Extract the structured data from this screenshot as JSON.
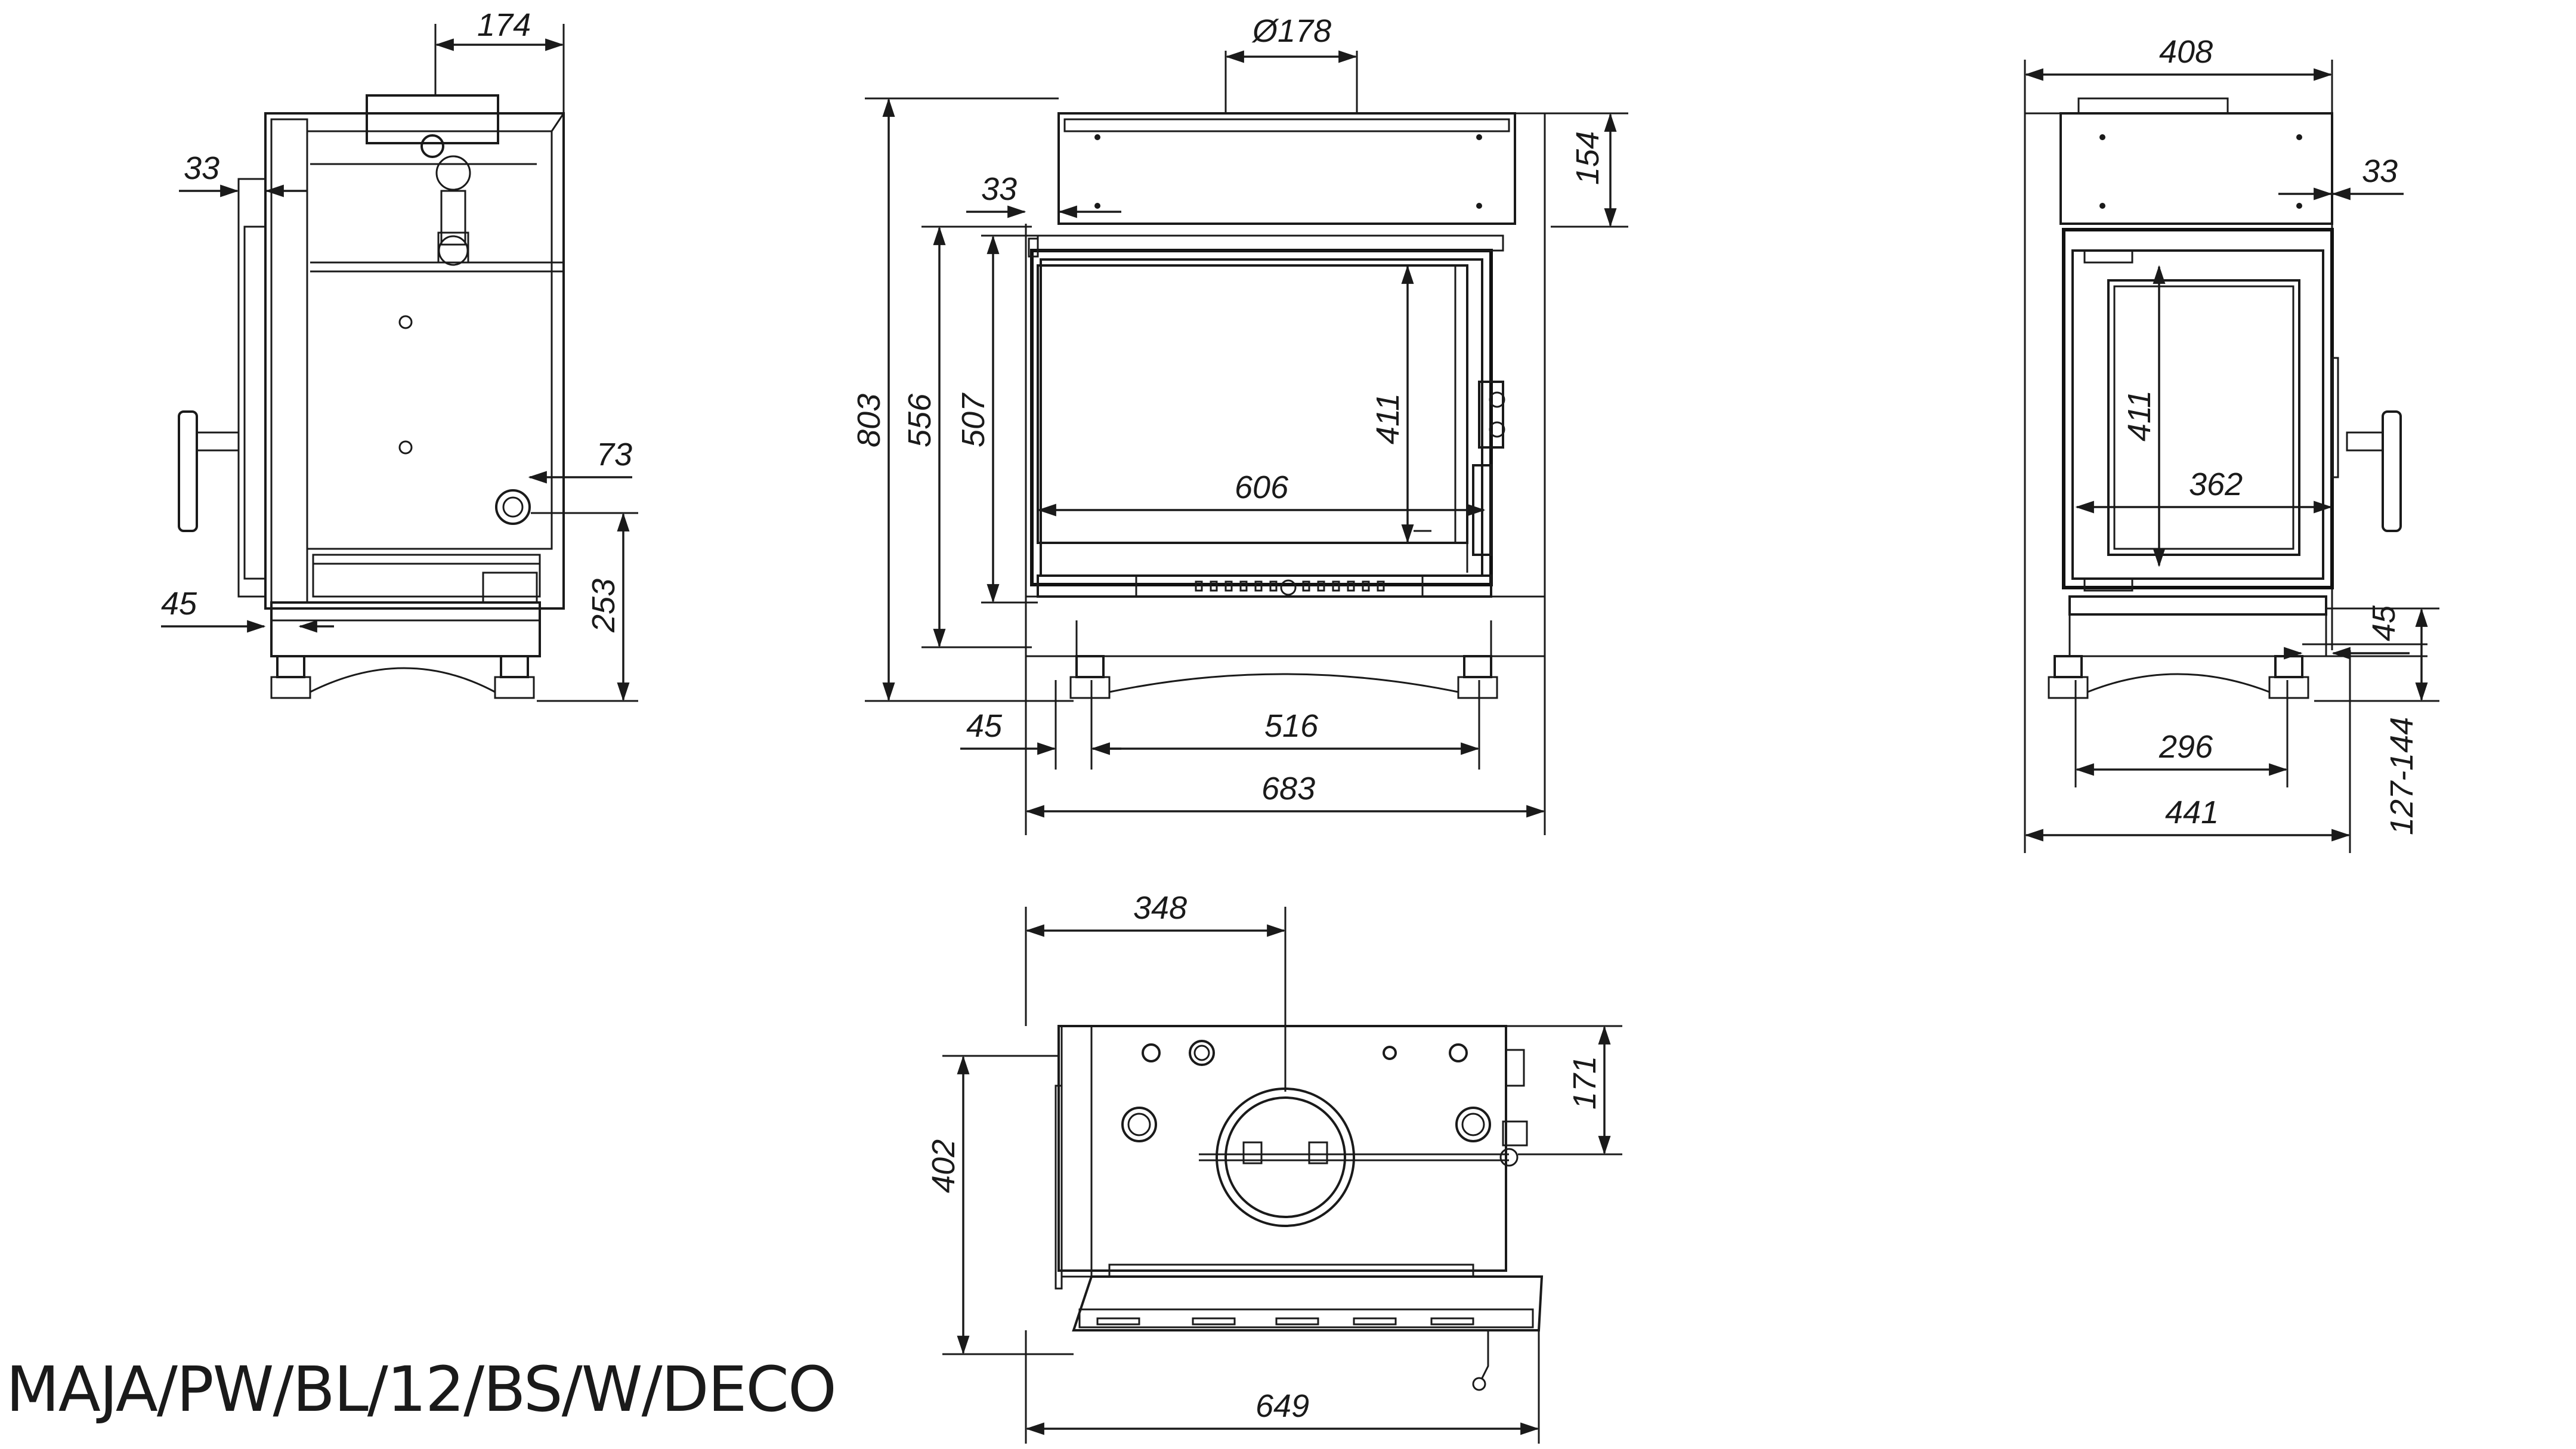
{
  "model": "MAJA/PW/BL/12/BS/W/DECO",
  "views": {
    "side_left": {
      "dims": [
        "174",
        "33",
        "73",
        "45",
        "253"
      ]
    },
    "front": {
      "dims": [
        "Ø178",
        "154",
        "33",
        "803",
        "556",
        "507",
        "411",
        "606",
        "45",
        "516",
        "683"
      ]
    },
    "side_right": {
      "dims": [
        "408",
        "33",
        "411",
        "362",
        "45",
        "296",
        "441",
        "127-144"
      ]
    },
    "top": {
      "dims": [
        "348",
        "171",
        "402",
        "649"
      ]
    }
  },
  "colors": {
    "line": "#1a1a1a",
    "background": "#ffffff"
  }
}
